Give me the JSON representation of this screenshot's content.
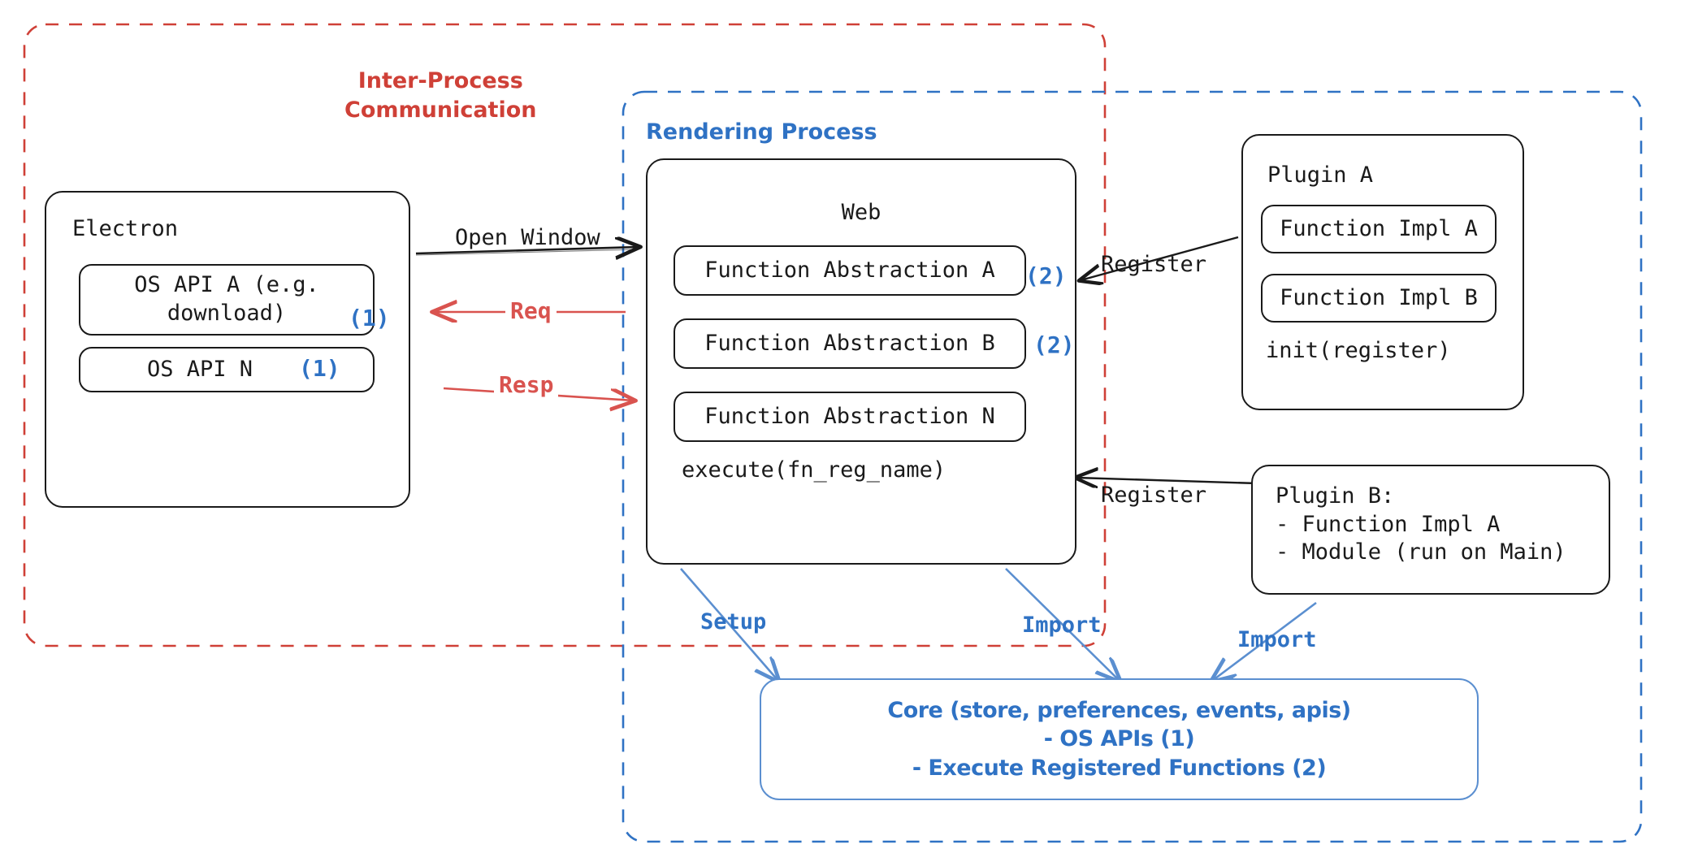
{
  "diagram": {
    "title": "Electron plugin architecture",
    "colors": {
      "ipc_red": "#cf4037",
      "process_blue": "#2f72c4",
      "core_blue": "#5b8fd0",
      "node_black": "#1a1a1a",
      "arrow_red": "#d9534f"
    }
  },
  "groups": {
    "ipc": {
      "label": "Inter-Process\nCommunication"
    },
    "rendering_process": {
      "label": "Rendering Process"
    }
  },
  "electron": {
    "title": "Electron",
    "apis": [
      {
        "label": "OS API A (e.g.\ndownload)",
        "annotation": "(1)"
      },
      {
        "label": "OS API N",
        "annotation": "(1)"
      }
    ]
  },
  "web": {
    "title": "Web",
    "abstractions": [
      {
        "label": "Function Abstraction A",
        "annotation": "(2)"
      },
      {
        "label": "Function Abstraction B",
        "annotation": "(2)"
      },
      {
        "label": "Function Abstraction N",
        "annotation": ""
      }
    ],
    "footer": "execute(fn_reg_name)"
  },
  "plugin_a": {
    "title": "Plugin A",
    "functions": [
      {
        "label": "Function Impl A"
      },
      {
        "label": "Function Impl B"
      }
    ],
    "footer": "init(register)"
  },
  "plugin_b": {
    "lines": "Plugin B:\n- Function Impl A\n- Module (run on Main)"
  },
  "core": {
    "lines": [
      "Core (store, preferences, events, apis)",
      "- OS APIs (1)",
      "- Execute Registered Functions (2)"
    ]
  },
  "edges": {
    "open_window": "Open Window",
    "req": "Req",
    "resp": "Resp",
    "register_top": "Register",
    "register_bottom": "Register",
    "setup": "Setup",
    "import_web": "Import",
    "import_plugin_b": "Import"
  }
}
